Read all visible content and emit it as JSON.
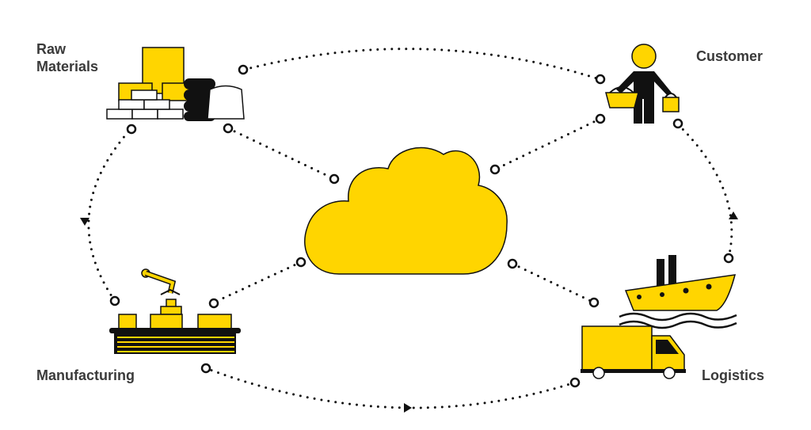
{
  "nodes": {
    "raw_materials": {
      "label_line1": "Raw",
      "label_line2": "Materials"
    },
    "customer": {
      "label": "Customer"
    },
    "manufacturing": {
      "label": "Manufacturing"
    },
    "logistics": {
      "label": "Logistics"
    }
  },
  "colors": {
    "accent": "#FFD500",
    "ink": "#111111",
    "label": "#3a3a3a",
    "background": "#FFFFFF"
  },
  "icons": [
    "cloud-icon",
    "raw-materials-icon",
    "customer-icon",
    "manufacturing-icon",
    "ship-icon",
    "truck-icon"
  ]
}
